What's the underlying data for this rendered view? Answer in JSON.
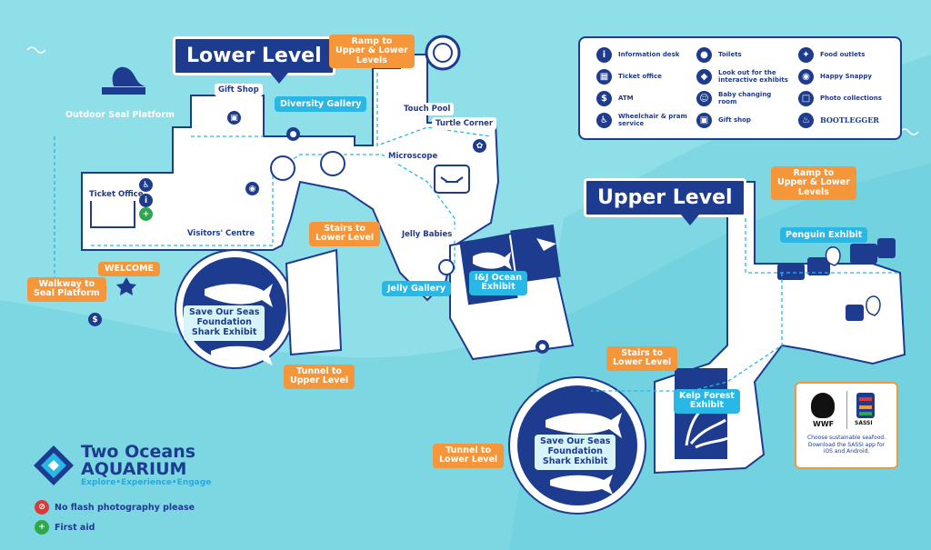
{
  "levels": {
    "lower": "Lower Level",
    "upper": "Upper Level"
  },
  "lower_labels": {
    "gift_shop": "Gift Shop",
    "outdoor_seal": "Outdoor Seal Platform",
    "diversity": "Diversity Gallery",
    "ticket_office": "Ticket Office",
    "visitors_centre": "Visitors' Centre",
    "welcome": "WELCOME",
    "walkway": "Walkway to\nSeal Platform",
    "ramp": "Ramp to\nUpper & Lower\nLevels",
    "touch_pool": "Touch Pool",
    "turtle_corner": "Turtle Corner",
    "microscope": "Microscope",
    "jelly_babies": "Jelly Babies",
    "stairs": "Stairs to\nLower Level",
    "jelly_gallery": "Jelly Gallery",
    "ij_ocean": "I&J Ocean\nExhibit",
    "shark": "Save Our Seas\nFoundation\nShark Exhibit",
    "tunnel": "Tunnel to\nUpper Level"
  },
  "upper_labels": {
    "ramp": "Ramp to\nUpper & Lower\nLevels",
    "penguin": "Penguin Exhibit",
    "stairs": "Stairs to\nLower Level",
    "kelp": "Kelp Forest\nExhibit",
    "shark": "Save Our Seas\nFoundation\nShark Exhibit",
    "tunnel": "Tunnel to\nLower Level"
  },
  "legend": [
    {
      "label": "Information desk",
      "icon": "info-icon"
    },
    {
      "label": "Ticket office",
      "icon": "ticket-icon"
    },
    {
      "label": "ATM",
      "icon": "atm-icon"
    },
    {
      "label": "Wheelchair & pram service",
      "icon": "wheelchair-icon"
    },
    {
      "label": "Toilets",
      "icon": "toilets-icon"
    },
    {
      "label": "Look out for the interactive exhibits",
      "icon": "interactive-icon"
    },
    {
      "label": "Baby changing room",
      "icon": "baby-icon"
    },
    {
      "label": "Gift shop",
      "icon": "gift-icon"
    },
    {
      "label": "Food outlets",
      "icon": "food-icon"
    },
    {
      "label": "Happy Snappy",
      "icon": "camera-icon"
    },
    {
      "label": "Photo collections",
      "icon": "photo-icon"
    },
    {
      "label": "BOOTLEGGER",
      "icon": "coffee-icon"
    }
  ],
  "logo": {
    "line1": "Two Oceans",
    "line2": "AQUARIUM",
    "tagline": "Explore•Experience•Engage"
  },
  "notices": {
    "no_flash": "No flash photography please",
    "first_aid": "First aid"
  },
  "sponsor": {
    "wwf": "WWF",
    "sassi": "SASSI",
    "text": "Choose sustainable seafood. Download the SASSI app for iOS and Android."
  },
  "colors": {
    "navy": "#1d3b8f",
    "water": "#8fdfe9",
    "orange": "#f5963b",
    "cyan": "#29b7e6"
  }
}
